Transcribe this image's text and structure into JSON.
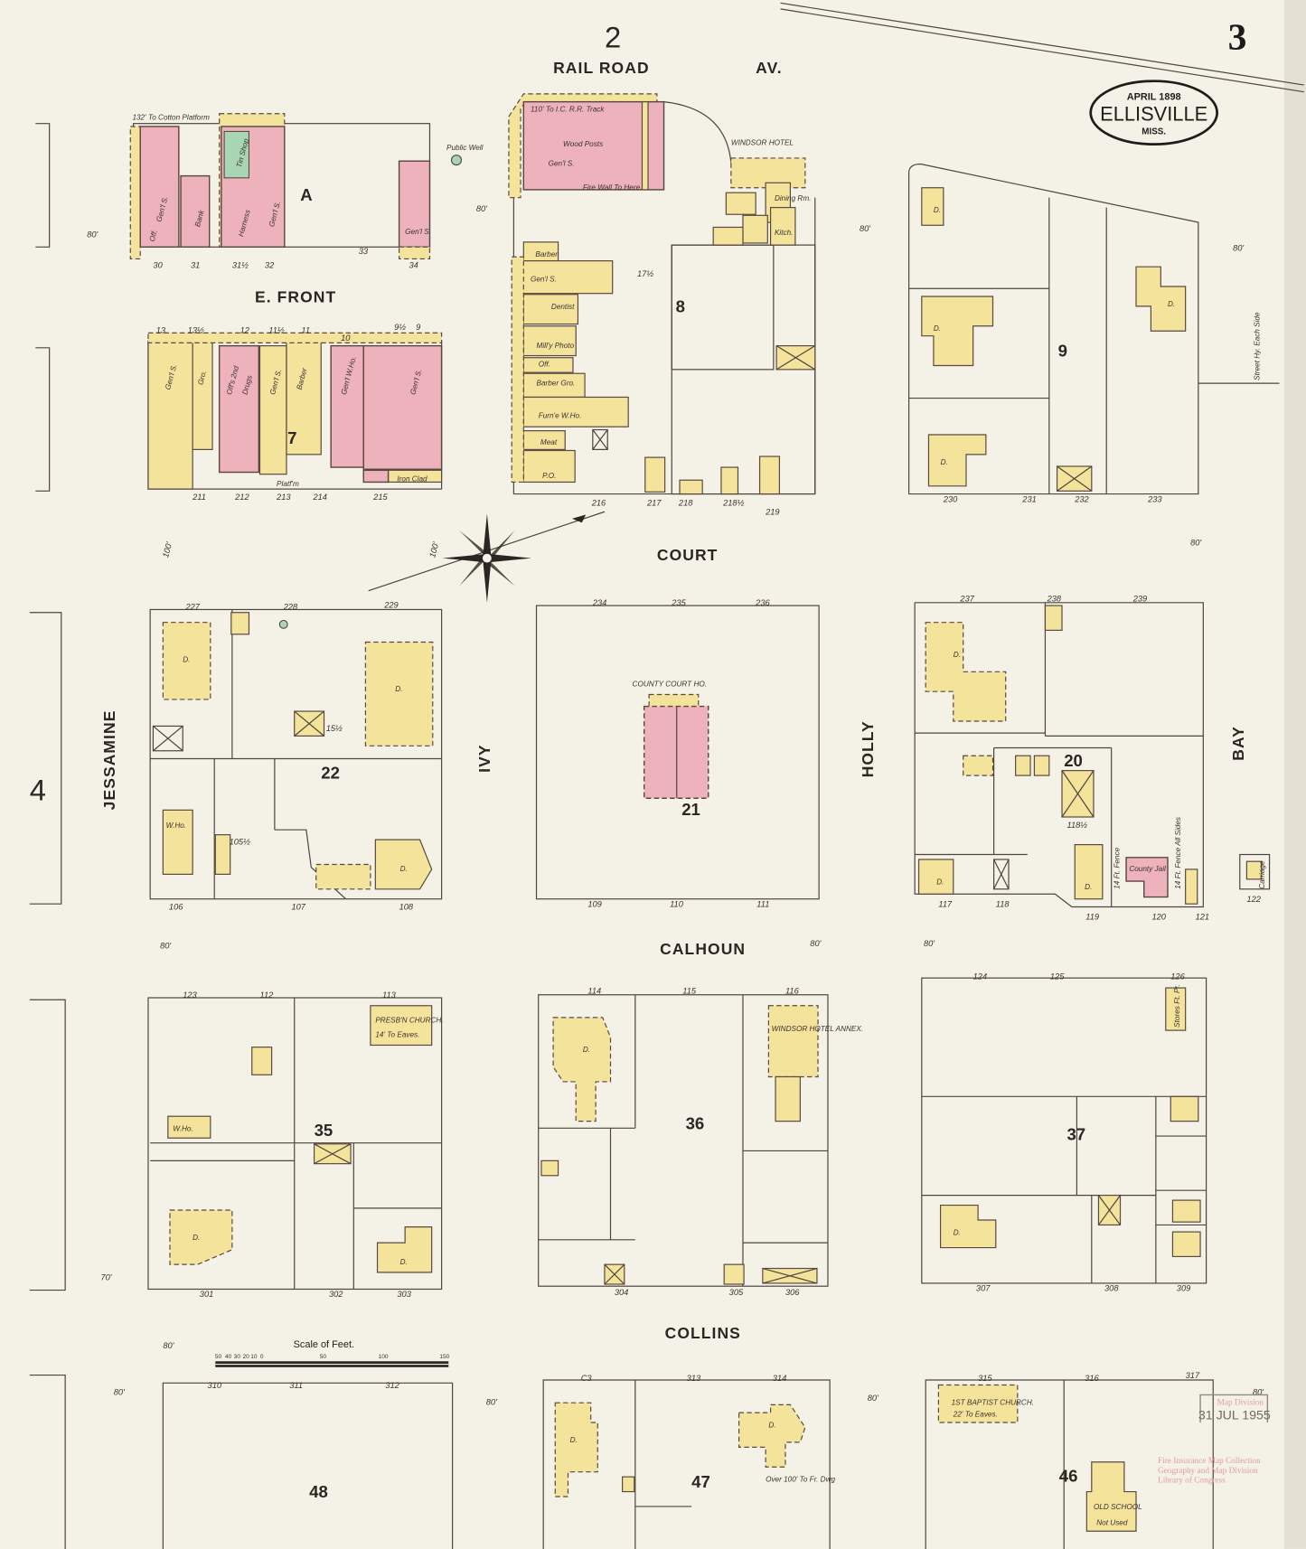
{
  "sheet": {
    "page_number": "3",
    "adjacent_sheets": {
      "north": "2",
      "west": "4"
    },
    "title": {
      "date": "APRIL 1898",
      "town": "ELLISVILLE",
      "state": "MISS."
    },
    "colors": {
      "paper": "#f4f2e6",
      "brick": "#edb2bc",
      "frame": "#f4e39b",
      "stone": "#a8d6b5",
      "ink": "#4d4540"
    }
  },
  "streets": {
    "railroad_1": "RAIL ROAD",
    "railroad_2": "AV.",
    "e_front": "E. FRONT",
    "court": "COURT",
    "calhoun": "CALHOUN",
    "collins": "COLLINS",
    "jessamine": "JESSAMINE",
    "ivy": "IVY",
    "holly": "HOLLY",
    "bay": "BAY"
  },
  "blocks": [
    "A",
    "7",
    "8",
    "9",
    "22",
    "21",
    "20",
    "35",
    "36",
    "37",
    "48",
    "47",
    "46"
  ],
  "buildings": {
    "cotton": "132' To Cotton Platform",
    "genl_s": "Gen'l S.",
    "bank": "Bank",
    "tin_shop": "Tin Shop",
    "harness": "Harness",
    "off": "Off.",
    "public_well": "Public Well",
    "rr_track": "110' To I.C. R.R. Track",
    "wood_posts": "Wood Posts",
    "fire_wall": "Fire Wall To Here",
    "windsor": "WINDSOR HOTEL",
    "dining": "Dining Rm.",
    "kitch": "Kitch.",
    "barber": "Barber",
    "dentist": "Dentist",
    "millinery": "Mill'y Photo",
    "barber_gro": "Barber Gro.",
    "furniture": "Furn'e W.Ho.",
    "meat": "Meat",
    "po": "P.O.",
    "gro": "Gro.",
    "drugs": "Drugs",
    "off2": "Off's 2nd",
    "genl_who": "Gen'l W.Ho.",
    "iron_clad": "Iron Clad",
    "platform": "Platf'm",
    "dwelling": "D.",
    "who": "W.Ho.",
    "court_house": "COUNTY COURT HO.",
    "county_jail": "County Jail",
    "fence1": "14 Ft. Fence",
    "fence2": "14 Ft. Fence All Sides",
    "carriage": "Carriage",
    "presb": "PRESB'N CHURCH.",
    "presb_note": "14' To Eaves.",
    "annex": "WINDSOR HOTEL ANNEX.",
    "baptist": "1ST BAPTIST CHURCH.",
    "baptist_note": "22' To Eaves.",
    "old_school": "OLD SCHOOL",
    "not_used": "Not Used",
    "street_hy": "Street Hy. Each Side",
    "over": "Over 100' To Fr. Dwg",
    "stores": "Stores Ft. Pr."
  },
  "widths": [
    "80'",
    "80'",
    "80'",
    "80'",
    "80'",
    "100'",
    "100'",
    "80'",
    "80'",
    "80'",
    "70'",
    "80'",
    "80'",
    "80'",
    "80'",
    "80'"
  ],
  "lots": [
    "30",
    "31",
    "31½",
    "32",
    "33",
    "34",
    "13",
    "13½",
    "12",
    "11½",
    "11",
    "10",
    "9½",
    "9",
    "211",
    "212",
    "213",
    "214",
    "215",
    "216",
    "217",
    "218",
    "218½",
    "219",
    "230",
    "231",
    "232",
    "233",
    "227",
    "228",
    "229",
    "106",
    "107",
    "108",
    "234",
    "235",
    "236",
    "109",
    "110",
    "111",
    "237",
    "238",
    "239",
    "117",
    "118",
    "119",
    "120",
    "121",
    "122",
    "123",
    "112",
    "113",
    "301",
    "302",
    "303",
    "114",
    "115",
    "116",
    "304",
    "305",
    "306",
    "124",
    "125",
    "126",
    "307",
    "308",
    "309",
    "310",
    "311",
    "312",
    "C3",
    "313",
    "314",
    "315",
    "316",
    "317",
    "118½",
    "15½",
    "105½",
    "17½"
  ],
  "scale": {
    "title": "Scale of Feet.",
    "ticks": [
      "50",
      "40",
      "30",
      "20",
      "10",
      "0",
      "50",
      "100",
      "150"
    ]
  },
  "stamp": {
    "date": "31 JUL 1955",
    "small": "Map Division",
    "collection": [
      "Fire Insurance Map Collection",
      "Geography and Map Division",
      "Library of Congress"
    ]
  }
}
